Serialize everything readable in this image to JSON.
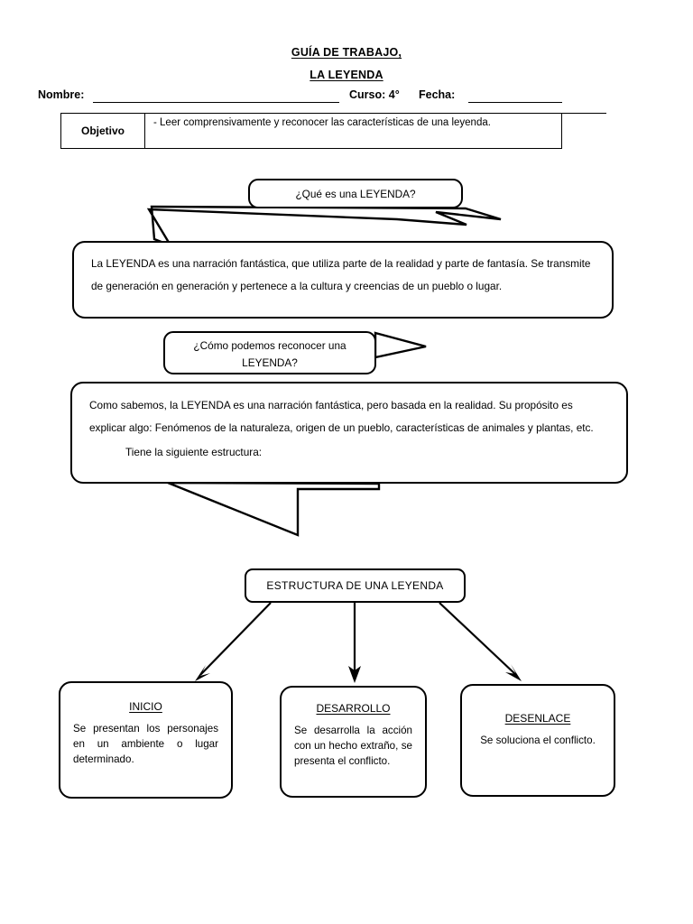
{
  "document": {
    "title_line1": "GUÍA DE TRABAJO,",
    "title_line2": "LA LEYENDA"
  },
  "header_fields": {
    "nombre_label": "Nombre:",
    "nombre_value": "",
    "curso_label": "Curso: 4°",
    "fecha_label": "Fecha:",
    "fecha_value": ""
  },
  "objetivo": {
    "label": "Objetivo",
    "text": "- Leer comprensivamente y reconocer las características de una leyenda."
  },
  "question1": {
    "text": "¿Qué es una LEYENDA?"
  },
  "answer1": {
    "text": "La LEYENDA es una narración fantástica, que utiliza parte de la realidad y parte de fantasía. Se transmite de generación en generación y pertenece a la cultura y creencias de un pueblo o lugar."
  },
  "question2": {
    "line1": "¿Cómo podemos reconocer una",
    "line2": "LEYENDA?"
  },
  "answer2": {
    "paragraph": "Como sabemos, la LEYENDA es una narración fantástica, pero basada en la realidad. Su propósito es explicar algo: Fenómenos de la naturaleza, origen de un pueblo, características de animales y plantas, etc.",
    "closing": "Tiene la siguiente estructura:"
  },
  "structure": {
    "root_label": "ESTRUCTURA DE UNA LEYENDA",
    "stages": [
      {
        "title": "INICIO",
        "body": "Se presentan los personajes en un ambiente o lugar determinado."
      },
      {
        "title": "DESARROLLO",
        "body": "Se desarrolla la acción con un hecho extraño, se presenta el conflicto."
      },
      {
        "title": "DESENLACE",
        "body": "Se soluciona el conflicto."
      }
    ]
  },
  "colors": {
    "ink": "#000000",
    "page": "#ffffff"
  }
}
